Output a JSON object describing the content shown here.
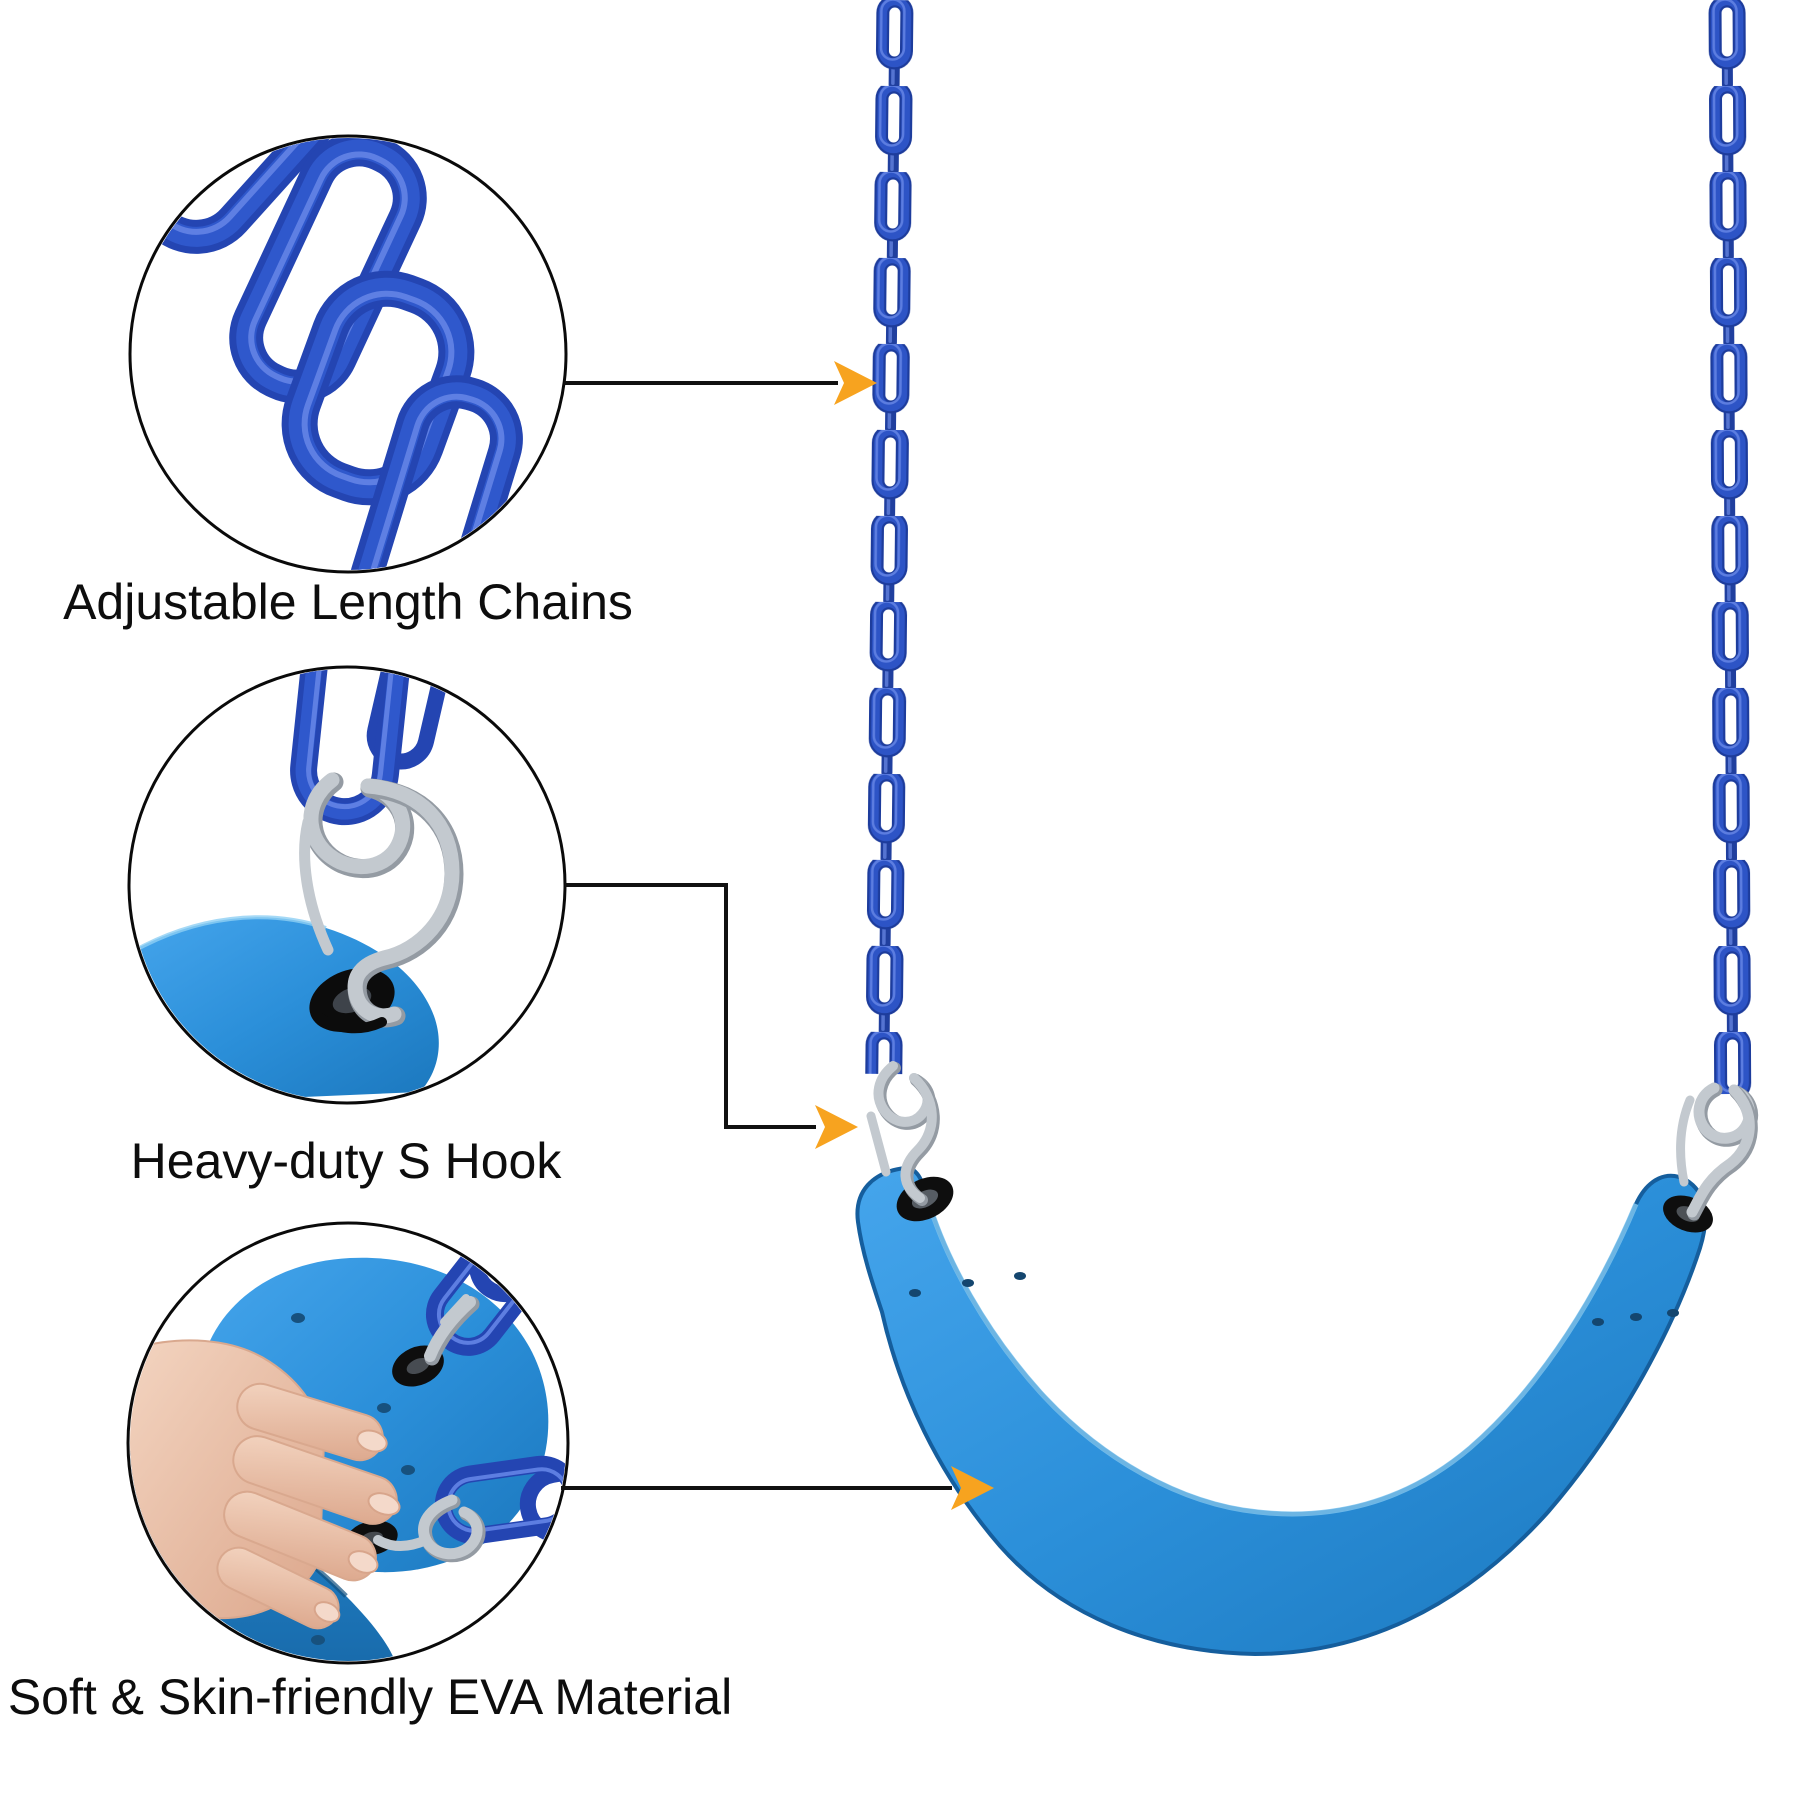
{
  "figure": {
    "title": "Swing seat with chains - annotated product callouts",
    "background_color": "#ffffff",
    "callouts": [
      {
        "id": "chains",
        "label": "Adjustable Length Chains"
      },
      {
        "id": "s-hook",
        "label": "Heavy-duty S Hook"
      },
      {
        "id": "material",
        "label": "Soft & Skin-friendly EVA Material"
      }
    ],
    "icons": {
      "arrow": "right-arrow",
      "magnifier_circle": "zoom-circle"
    },
    "colors": {
      "chain_blue": "#2a50c2",
      "chain_blue_dark": "#1d3c9c",
      "chain_blue_light": "#6282e4",
      "seat_blue": "#2e93de",
      "seat_blue_dark": "#1a6fb4",
      "metal_silver": "#c3c9cf",
      "metal_silver_dark": "#949ba3",
      "skin": "#e9c3ac",
      "grommet_black": "#0e0e0e",
      "arrow_orange": "#f7a31f",
      "leader_line_black": "#111111",
      "text_black": "#0d0d0d"
    }
  }
}
